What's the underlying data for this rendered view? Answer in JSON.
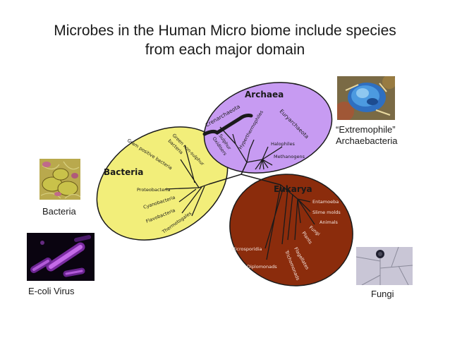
{
  "title": {
    "line1": "Microbes in the Human Micro biome include species",
    "line2": "from each major domain"
  },
  "captions": {
    "extremophile_line1": "“Extremophile”",
    "extremophile_line2": "Archaebacteria",
    "bacteria": "Bacteria",
    "ecoli": "E-coli Virus",
    "fungi": "Fungi"
  },
  "domains": {
    "archaea": {
      "label": "Archaea",
      "color": "#c79bf2",
      "groups": [
        "Crenarchaeota",
        "Euryarchaeota",
        "Sulphur",
        "Oxidisers",
        "Hyperthermophiles",
        "Halophiles",
        "Methanogens"
      ]
    },
    "bacteria": {
      "label": "Bacteria",
      "color": "#f2ee7a",
      "groups": [
        "Gram positive bacteria",
        "Green non-sulphur",
        "bacteria",
        "Proteobacteria",
        "Cyanobacteria",
        "Flavobacteria",
        "Thermotogales"
      ]
    },
    "eukarya": {
      "label": "Eukarya",
      "color": "#8b2c0c",
      "groups": [
        "Entamoeba",
        "Slime molds",
        "Animals",
        "Fungi",
        "Plants",
        "Microsporidia",
        "Diplomonads",
        "Flagellates",
        "Trichomonads"
      ]
    }
  },
  "icons": {
    "archaea_photo": "archaea-micrograph-icon",
    "bacteria_photo": "bacteria-micrograph-icon",
    "ecoli_photo": "ecoli-micrograph-icon",
    "fungi_photo": "fungi-micrograph-icon"
  }
}
